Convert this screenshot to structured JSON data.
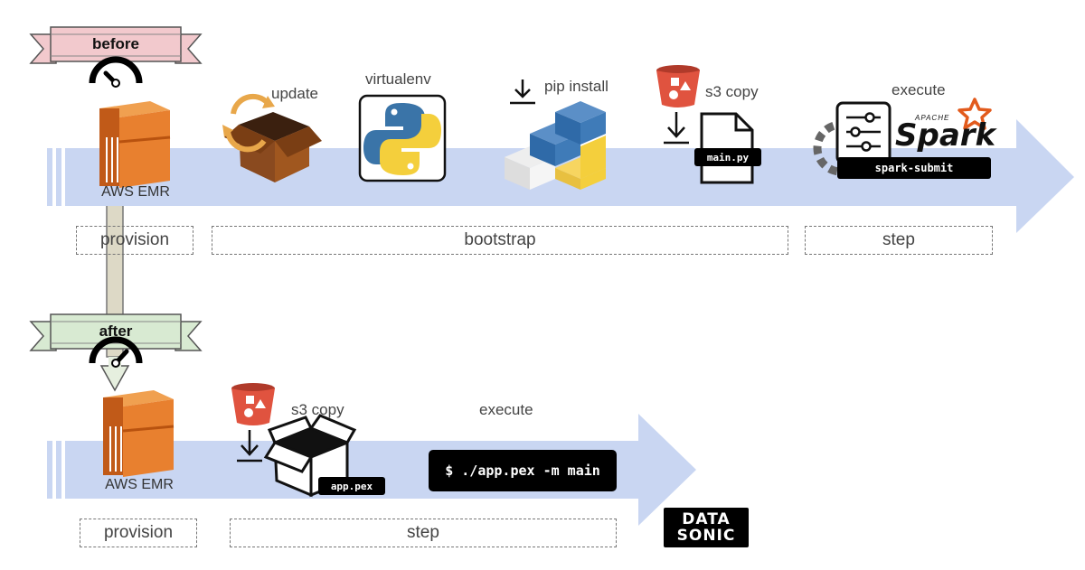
{
  "before": {
    "banner": "before",
    "emr_label": "AWS EMR",
    "steps": {
      "update": "update",
      "virtualenv": "virtualenv",
      "pip_install": "pip install",
      "s3_copy": "s3 copy",
      "execute": "execute"
    },
    "file_name": "main.py",
    "spark_small": "APACHE",
    "spark_word": "Spark",
    "spark_cmd": "spark-submit",
    "phases": {
      "provision": "provision",
      "bootstrap": "bootstrap",
      "step": "step"
    }
  },
  "after": {
    "banner": "after",
    "emr_label": "AWS EMR",
    "steps": {
      "s3_copy": "s3 copy",
      "execute": "execute"
    },
    "file_name": "app.pex",
    "command": "$ ./app.pex -m main",
    "phases": {
      "provision": "provision",
      "step": "step"
    }
  },
  "logo": {
    "line1": "DATA",
    "line2": "SONIC"
  },
  "colors": {
    "arrow": "#c9d6f2",
    "before_banner": "#f2c9cd",
    "after_banner": "#d8ead2",
    "connector": "#ddd9c6",
    "aws_orange": "#e8802f",
    "s3_red": "#e0533f",
    "python_blue": "#3a74a8",
    "python_yellow": "#f4cf3c",
    "spark_orange": "#e25a1c"
  }
}
